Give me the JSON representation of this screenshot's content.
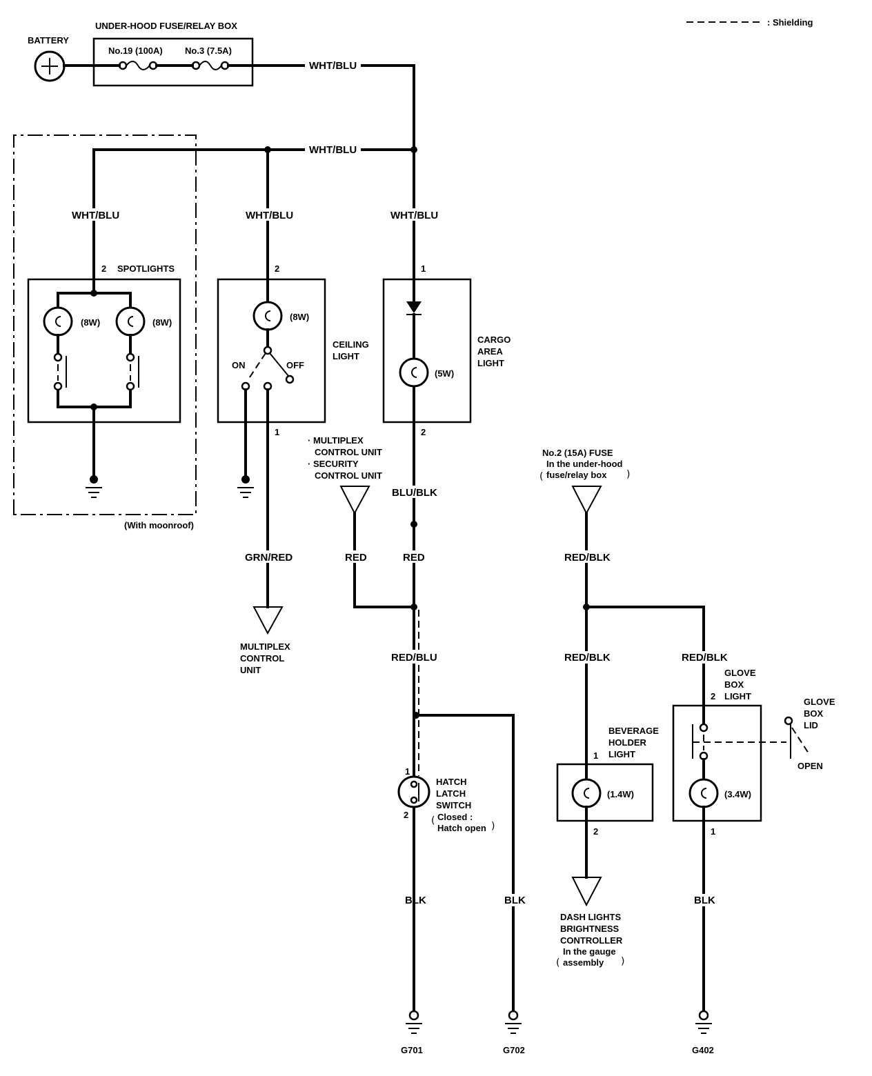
{
  "legend": {
    "shielding": ": Shielding"
  },
  "battery": {
    "label": "BATTERY"
  },
  "fuse_box": {
    "label": "UNDER-HOOD FUSE/RELAY BOX",
    "fuse_19": "No.19 (100A)",
    "fuse_3": "No.3 (7.5A)"
  },
  "wires": {
    "wht_blu_top": "WHT/BLU",
    "wht_blu_bus": "WHT/BLU",
    "wht_blu_spot": "WHT/BLU",
    "wht_blu_ceiling": "WHT/BLU",
    "wht_blu_cargo": "WHT/BLU",
    "blu_blk": "BLU/BLK",
    "red_left": "RED",
    "red_right": "RED",
    "grn_red": "GRN/RED",
    "red_blu": "RED/BLU",
    "blk_g701": "BLK",
    "blk_g702": "BLK",
    "red_blk_feed": "RED/BLK",
    "red_blk_bev": "RED/BLK",
    "red_blk_glove": "RED/BLK",
    "blk_g402": "BLK"
  },
  "spotlights": {
    "label": "SPOTLIGHTS",
    "pin_2": "2",
    "bulb_left": "(8W)",
    "bulb_right": "(8W)",
    "moonroof_note": "(With moonroof)"
  },
  "ceiling_light": {
    "label_1": "CEILING",
    "label_2": "LIGHT",
    "pin_2": "2",
    "pin_1": "1",
    "bulb": "(8W)",
    "on": "ON",
    "off": "OFF"
  },
  "cargo_light": {
    "label_1": "CARGO",
    "label_2": "AREA",
    "label_3": "LIGHT",
    "pin_1": "1",
    "pin_2": "2",
    "bulb": "(5W)"
  },
  "control_units": {
    "line_1": "· MULTIPLEX",
    "line_2": "CONTROL UNIT",
    "line_3": "· SECURITY",
    "line_4": "CONTROL  UNIT"
  },
  "multiplex_unit": {
    "line_1": "MULTIPLEX",
    "line_2": "CONTROL",
    "line_3": "UNIT"
  },
  "hatch_switch": {
    "line_1": "HATCH",
    "line_2": "LATCH",
    "line_3": "SWITCH",
    "line_4": "Closed :",
    "line_5": "Hatch open",
    "pin_1": "1",
    "pin_2": "2"
  },
  "fuse_2": {
    "line_1": "No.2 (15A) FUSE",
    "line_2": "In the under-hood",
    "line_3": "fuse/relay box"
  },
  "beverage_light": {
    "line_1": "BEVERAGE",
    "line_2": "HOLDER",
    "line_3": "LIGHT",
    "pin_1": "1",
    "pin_2": "2",
    "bulb": "(1.4W)"
  },
  "dash_controller": {
    "line_1": "DASH LIGHTS",
    "line_2": "BRIGHTNESS",
    "line_3": "CONTROLLER",
    "line_4": "In the gauge",
    "line_5": "assembly"
  },
  "glove_box_light": {
    "line_1": "GLOVE",
    "line_2": "BOX",
    "line_3": "LIGHT",
    "pin_2": "2",
    "pin_1": "1",
    "bulb": "(3.4W)"
  },
  "glove_box_lid": {
    "line_1": "GLOVE",
    "line_2": "BOX",
    "line_3": "LID",
    "open": "OPEN"
  },
  "grounds": {
    "g701": "G701",
    "g702": "G702",
    "g402": "G402"
  }
}
